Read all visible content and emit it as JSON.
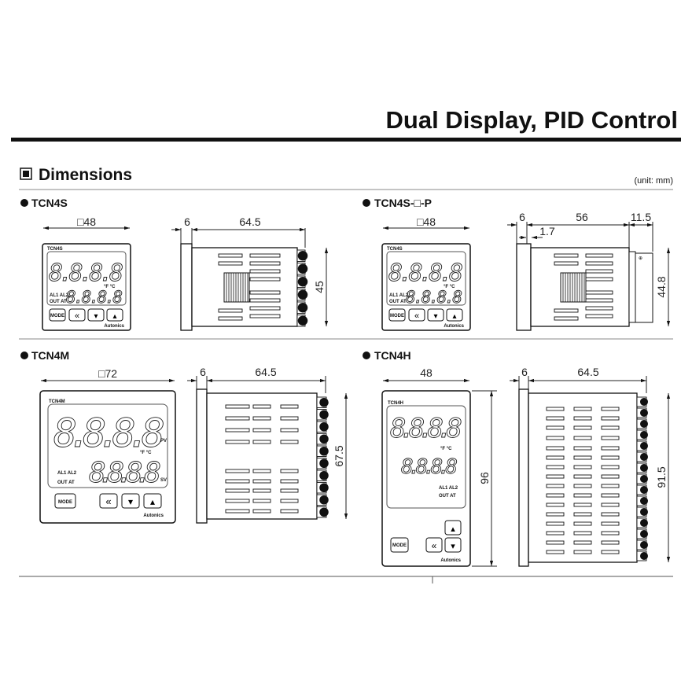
{
  "header": {
    "title": "Dual Display, PID Control"
  },
  "section": {
    "title": "Dimensions",
    "unit": "(unit: mm)"
  },
  "models": [
    {
      "name": "TCN4S",
      "front_width": "□48",
      "flange": "6",
      "depth": "64.5",
      "height": "45"
    },
    {
      "name": "TCN4S-□-P",
      "front_width": "□48",
      "flange": "6",
      "depth": "56",
      "socket": "11.5",
      "step": "1.7",
      "height": "44.8"
    },
    {
      "name": "TCN4M",
      "front_width": "□72",
      "flange": "6",
      "depth": "64.5",
      "height": "67.5"
    },
    {
      "name": "TCN4H",
      "front_width": "48",
      "front_height": "96",
      "flange": "6",
      "depth": "64.5",
      "height": "91.5"
    }
  ],
  "device": {
    "brand_small": "TCN4S",
    "brand_m": "TCN4M",
    "brand_h": "TCN4H",
    "digits": "8.8.8.8",
    "pv": "PV",
    "sv": "SV",
    "temp": "°F °C",
    "al": "AL1 AL2",
    "out": "OUT AT",
    "mode": "MODE",
    "maker": "Autonics"
  }
}
